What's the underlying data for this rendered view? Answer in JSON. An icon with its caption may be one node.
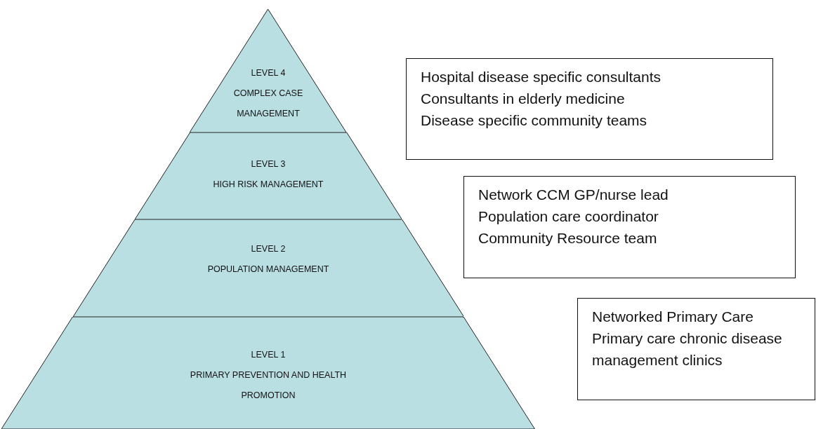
{
  "diagram": {
    "nodes": [
      {
        "text": [
          "LEVEL 4",
          "COMPLEX CASE MANAGEMENT"
        ]
      },
      {
        "text": [
          "LEVEL 3",
          "HIGH RISK MANAGEMENT"
        ]
      },
      {
        "text": [
          "LEVEL 2",
          "POPULATION MANAGEMENT"
        ]
      },
      {
        "text": [
          "LEVEL 1",
          "PRIMARY PREVENTION AND HEALTH PROMOTION"
        ]
      },
      {
        "text": [
          "Hospital disease specific consultants",
          "Consultants in elderly medicine",
          "Disease specific community teams"
        ]
      },
      {
        "text": [
          "Network CCM GP/nurse lead",
          "Population care coordinator",
          "Community Resource team"
        ]
      },
      {
        "text": [
          "Networked Primary Care",
          "Primary care chronic disease management clinics"
        ]
      }
    ]
  }
}
